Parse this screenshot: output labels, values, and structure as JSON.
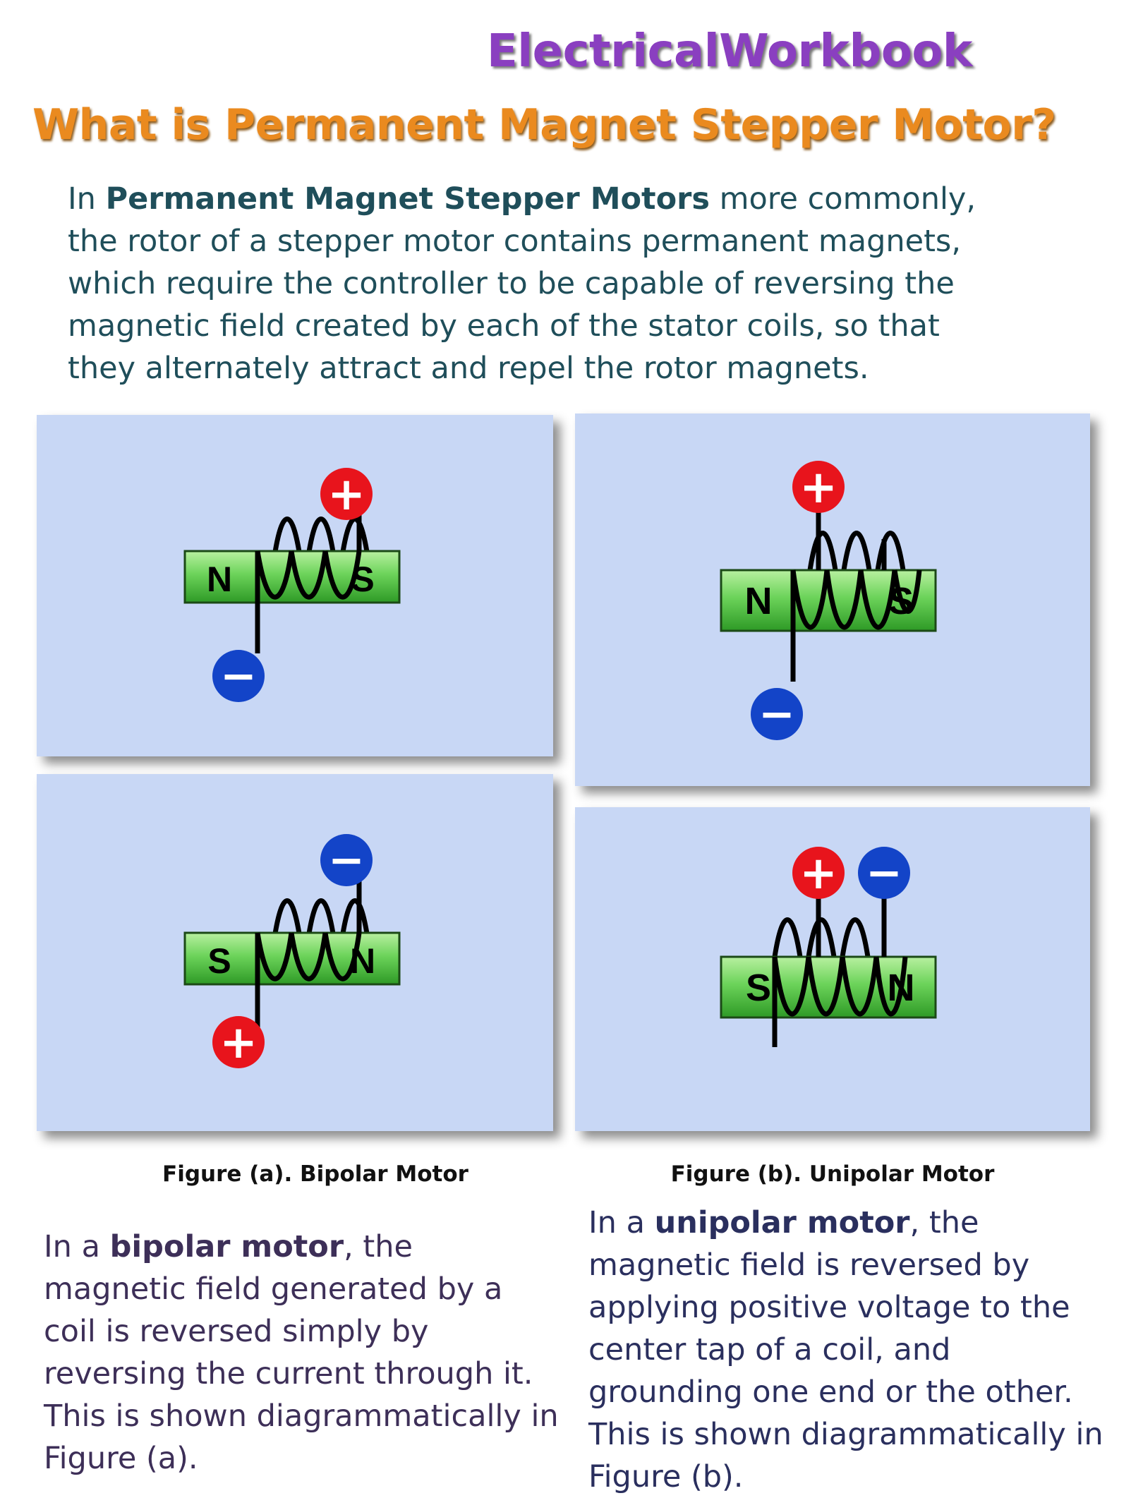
{
  "brand": "ElectricalWorkbook",
  "title": "What is Permanent Magnet Stepper Motor?",
  "intro": {
    "prefix": "In ",
    "bold": "Permanent Magnet Stepper Motors",
    "rest": " more commonly, the rotor of a stepper motor contains permanent magnets, which require the controller to be capable of reversing the magnetic field created by each of the stator coils, so that they alternately attract and repel the rotor magnets."
  },
  "figure_a": {
    "caption": "Figure (a). Bipolar Motor",
    "top": {
      "left_pole": "N",
      "right_pole": "S",
      "top_terminal": "+",
      "bottom_terminal": "−"
    },
    "bottom": {
      "left_pole": "S",
      "right_pole": "N",
      "top_terminal": "−",
      "bottom_terminal": "+"
    }
  },
  "figure_b": {
    "caption": "Figure (b). Unipolar Motor",
    "top": {
      "left_pole": "N",
      "right_pole": "S",
      "top_terminal": "+",
      "bottom_terminal": "−"
    },
    "bottom": {
      "left_pole": "S",
      "right_pole": "N",
      "top_terminal_1": "+",
      "top_terminal_2": "−"
    }
  },
  "bipolar_text": {
    "prefix": "In a ",
    "bold": "bipolar motor",
    "rest": ", the magnetic field generated by a coil is reversed simply by reversing the current through it. This is shown diagrammatically in Figure (a)."
  },
  "unipolar_text": {
    "prefix": "In a ",
    "bold": "unipolar motor",
    "rest": ", the magnetic field is reversed by applying positive voltage to the center tap of a coil, and grounding one end or the other. This is shown diagrammatically in Figure (b)."
  },
  "colors": {
    "positive": "#e8141c",
    "negative": "#1344c8",
    "magnet_light": "#b8f0a0",
    "magnet_dark": "#3aa82e",
    "panel": "#c8d7f5"
  }
}
